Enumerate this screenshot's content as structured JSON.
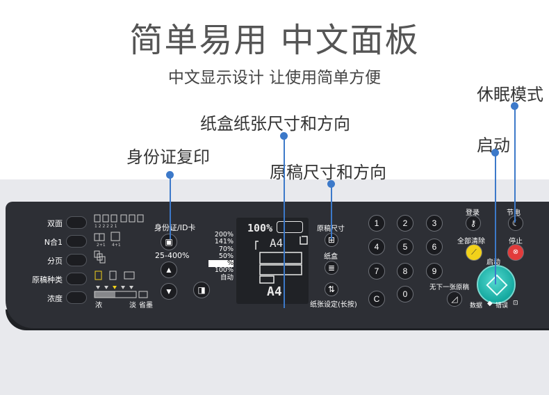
{
  "header": {
    "title": "简单易用  中文面板",
    "subtitle": "中文显示设计 让使用简单方便"
  },
  "callouts": {
    "id_copy": "身份证复印",
    "paper_tray": "纸盒纸张尺寸和方向",
    "original_size": "原稿尺寸和方向",
    "start": "启动",
    "sleep": "休眠模式"
  },
  "panel": {
    "left_buttons": [
      "双面",
      "N合1",
      "分页",
      "原稿种类",
      "浓度"
    ],
    "density_labels": {
      "dark": "浓",
      "light": "淡",
      "toner_save": "省墨"
    },
    "id_card_label": "身份证/ID卡",
    "zoom_range": "25-400%",
    "zoom_presets": [
      "200%",
      "141%",
      "70%",
      "50%",
      "%",
      "100%",
      "自动"
    ],
    "lcd": {
      "top_percent": "100%",
      "paper_size": "A4",
      "original_size": "A4"
    },
    "original_size_label": "原稿尺寸",
    "paper_tray_label": "纸盒",
    "paper_setting_label": "纸张设定(长按)",
    "keypad": [
      "1",
      "2",
      "3",
      "4",
      "5",
      "6",
      "7",
      "8",
      "9",
      "C",
      "0"
    ],
    "login_label": "登录",
    "clear_all_label": "全部清除",
    "next_original_label": "无下一张原稿",
    "power_save_label": "节电",
    "stop_label": "停止",
    "start_label": "启动",
    "data_label": "数据",
    "error_label": "错误",
    "colors": {
      "accent": "#3c79c9",
      "start": "#1ab6ad",
      "stop": "#e23b3b",
      "clear": "#f2d21a",
      "panel": "#2d2f35"
    }
  }
}
